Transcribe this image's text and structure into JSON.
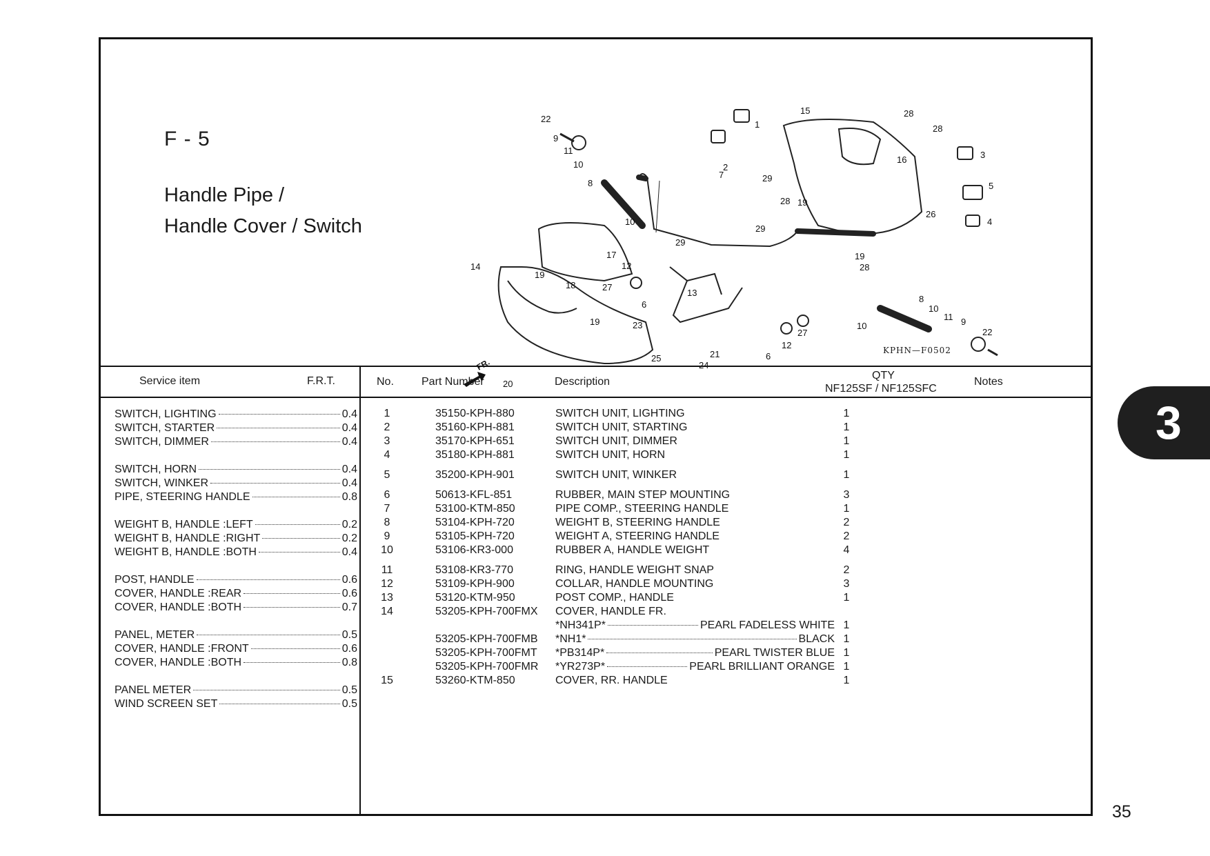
{
  "section_code": "F - 5",
  "title_lines": [
    "Handle Pipe /",
    "Handle Cover / Switch"
  ],
  "diagram": {
    "code": "KPHN—F0502",
    "fr_label": "FR.",
    "callouts": [
      "22",
      "9",
      "11",
      "10",
      "8",
      "10",
      "14",
      "17",
      "19",
      "18",
      "12",
      "27",
      "6",
      "19",
      "13",
      "23",
      "25",
      "21",
      "24",
      "7",
      "29",
      "29",
      "2",
      "1",
      "15",
      "28",
      "28",
      "16",
      "3",
      "5",
      "4",
      "26",
      "29",
      "28",
      "19",
      "19",
      "28",
      "8",
      "10",
      "11",
      "9",
      "22",
      "10",
      "12",
      "27",
      "6",
      "20"
    ]
  },
  "service_table": {
    "headers": {
      "service_item": "Service item",
      "frt": "F.R.T."
    },
    "groups": [
      [
        {
          "name": "SWITCH, LIGHTING",
          "frt": "0.4"
        },
        {
          "name": "SWITCH, STARTER",
          "frt": "0.4"
        },
        {
          "name": "SWITCH, DIMMER",
          "frt": "0.4"
        }
      ],
      [
        {
          "name": "SWITCH, HORN",
          "frt": "0.4"
        },
        {
          "name": "SWITCH, WINKER",
          "frt": "0.4"
        },
        {
          "name": "PIPE, STEERING HANDLE",
          "frt": "0.8"
        }
      ],
      [
        {
          "name": "WEIGHT B, HANDLE :LEFT",
          "frt": "0.2"
        },
        {
          "name": "WEIGHT B, HANDLE :RIGHT",
          "frt": "0.2"
        },
        {
          "name": "WEIGHT B, HANDLE :BOTH",
          "frt": "0.4"
        }
      ],
      [
        {
          "name": "POST, HANDLE",
          "frt": "0.6"
        },
        {
          "name": "COVER, HANDLE :REAR",
          "frt": "0.6"
        },
        {
          "name": "COVER, HANDLE :BOTH",
          "frt": "0.7"
        }
      ],
      [
        {
          "name": "PANEL, METER",
          "frt": "0.5"
        },
        {
          "name": "COVER, HANDLE :FRONT",
          "frt": "0.6"
        },
        {
          "name": "COVER, HANDLE :BOTH",
          "frt": "0.8"
        }
      ],
      [
        {
          "name": "PANEL METER",
          "frt": "0.5"
        },
        {
          "name": "WIND SCREEN SET",
          "frt": "0.5"
        }
      ]
    ]
  },
  "parts_table": {
    "headers": {
      "no": "No.",
      "part_number": "Part Number",
      "description": "Description",
      "qty": "QTY",
      "models": "NF125SF / NF125SFC",
      "notes": "Notes"
    },
    "rows": [
      {
        "no": "1",
        "part": "35150-KPH-880",
        "desc": "SWITCH UNIT, LIGHTING",
        "qty": "1"
      },
      {
        "no": "2",
        "part": "35160-KPH-881",
        "desc": "SWITCH UNIT, STARTING",
        "qty": "1"
      },
      {
        "no": "3",
        "part": "35170-KPH-651",
        "desc": "SWITCH UNIT, DIMMER",
        "qty": "1"
      },
      {
        "no": "4",
        "part": "35180-KPH-881",
        "desc": "SWITCH UNIT, HORN",
        "qty": "1"
      },
      {
        "no": "5",
        "part": "35200-KPH-901",
        "desc": "SWITCH UNIT, WINKER",
        "qty": "1"
      },
      {
        "no": "6",
        "part": "50613-KFL-851",
        "desc": "RUBBER, MAIN STEP MOUNTING",
        "qty": "3"
      },
      {
        "no": "7",
        "part": "53100-KTM-850",
        "desc": "PIPE COMP., STEERING HANDLE",
        "qty": "1"
      },
      {
        "no": "8",
        "part": "53104-KPH-720",
        "desc": "WEIGHT B, STEERING HANDLE",
        "qty": "2"
      },
      {
        "no": "9",
        "part": "53105-KPH-720",
        "desc": "WEIGHT A, STEERING HANDLE",
        "qty": "2"
      },
      {
        "no": "10",
        "part": "53106-KR3-000",
        "desc": "RUBBER A, HANDLE WEIGHT",
        "qty": "4"
      },
      {
        "no": "11",
        "part": "53108-KR3-770",
        "desc": "RING, HANDLE WEIGHT SNAP",
        "qty": "2"
      },
      {
        "no": "12",
        "part": "53109-KPH-900",
        "desc": "COLLAR, HANDLE MOUNTING",
        "qty": "3"
      },
      {
        "no": "13",
        "part": "53120-KTM-950",
        "desc": "POST COMP., HANDLE",
        "qty": "1"
      },
      {
        "no": "14",
        "part": "53205-KPH-700FMX",
        "desc": "COVER, HANDLE FR.",
        "qty": ""
      },
      {
        "no": "",
        "part": "",
        "code": "*NH341P*",
        "color": "PEARL FADELESS WHITE",
        "qty": "1"
      },
      {
        "no": "",
        "part": "53205-KPH-700FMB",
        "code": "*NH1*",
        "color": "BLACK",
        "qty": "1"
      },
      {
        "no": "",
        "part": "53205-KPH-700FMT",
        "code": "*PB314P*",
        "color": "PEARL TWISTER BLUE",
        "qty": "1"
      },
      {
        "no": "",
        "part": "53205-KPH-700FMR",
        "code": "*YR273P*",
        "color": "PEARL BRILLIANT ORANGE",
        "qty": "1"
      },
      {
        "no": "15",
        "part": "53260-KTM-850",
        "desc": "COVER, RR. HANDLE",
        "qty": "1"
      }
    ]
  },
  "chapter_tab": "3",
  "page_number": "35",
  "colors": {
    "ink": "#111111",
    "tab": "#1f1f1f"
  }
}
